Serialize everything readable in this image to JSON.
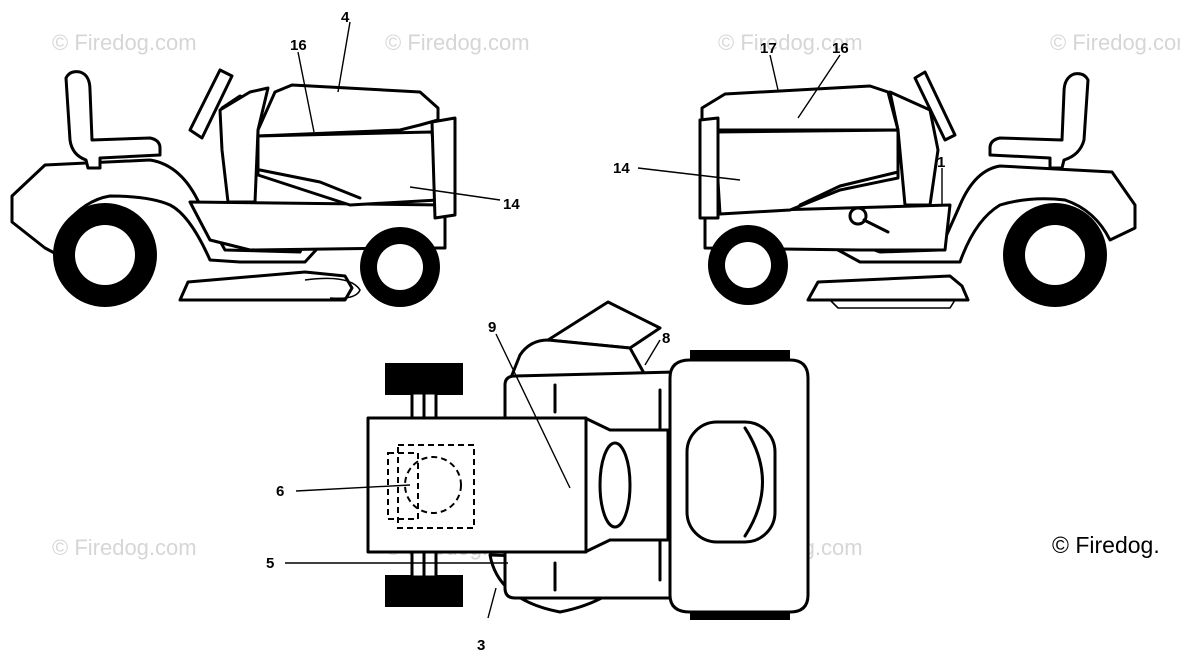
{
  "watermark": "© Firedog.com",
  "copyright": "© Firedog.",
  "callouts": {
    "left_4": "4",
    "left_16": "16",
    "left_14": "14",
    "right_17": "17",
    "right_16": "16",
    "right_14": "14",
    "right_1": "1",
    "top_9": "9",
    "top_8": "8",
    "top_6": "6",
    "top_5": "5",
    "top_3": "3"
  }
}
